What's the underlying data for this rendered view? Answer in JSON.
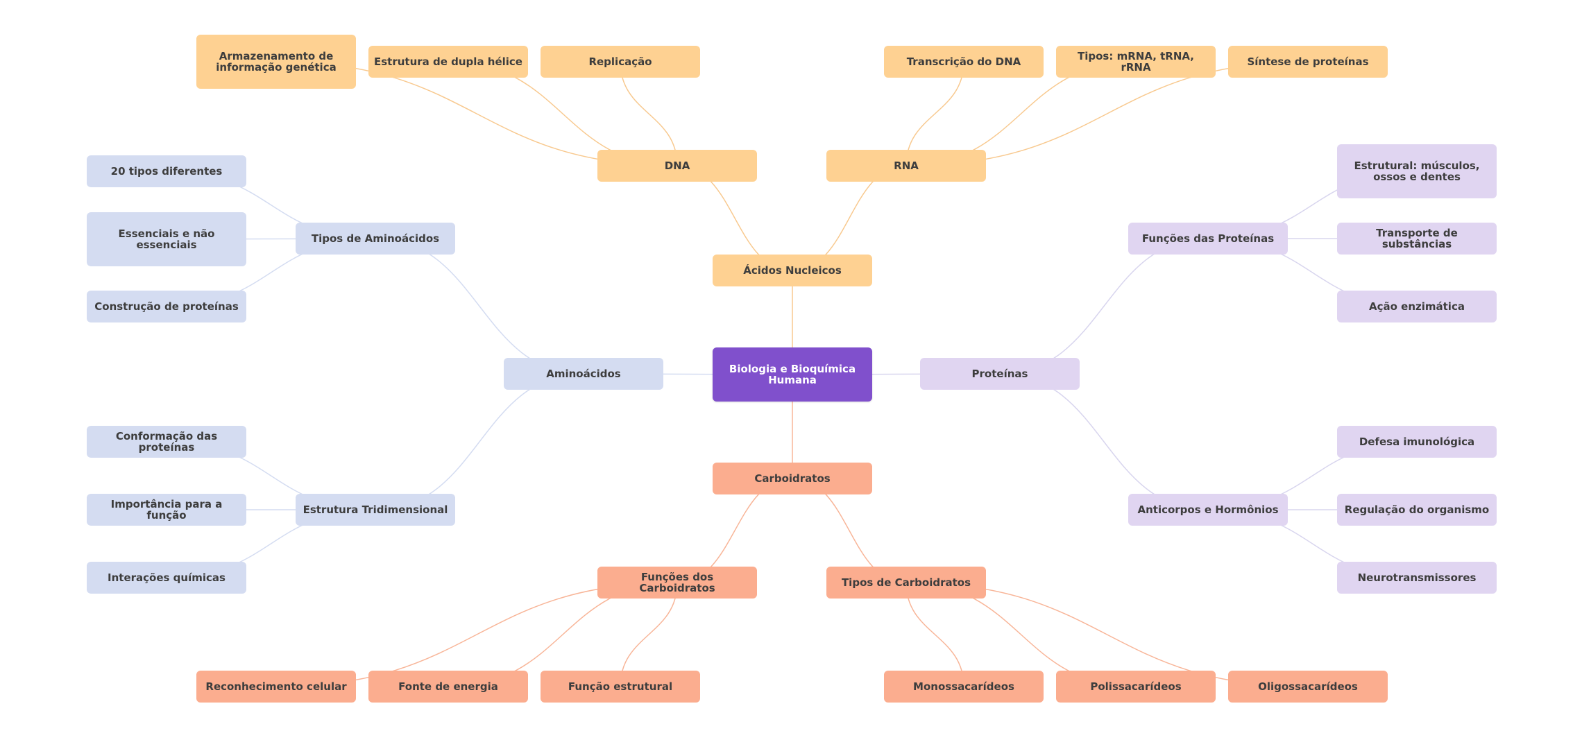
{
  "colors": {
    "root": "#8050cc",
    "root_text": "#ffffff",
    "nucleic": "#fed192",
    "nucleic_edge": "#f8c98f",
    "amino": "#d4dcf1",
    "amino_edge": "#d4dcf1",
    "protein": "#e0d5f1",
    "protein_edge": "#d8d5ee",
    "carb": "#fbad8f",
    "carb_edge": "#f8b598",
    "text": "#3d3d3d"
  },
  "root": {
    "id": "root",
    "label": "Biologia e Bioquímica Humana"
  },
  "branches": [
    {
      "id": "acidos",
      "label": "Ácidos Nucleicos",
      "group": "nucleic"
    },
    {
      "id": "dna",
      "label": "DNA",
      "group": "nucleic",
      "parent": "acidos"
    },
    {
      "id": "rna",
      "label": "RNA",
      "group": "nucleic",
      "parent": "acidos"
    },
    {
      "id": "armaz",
      "label": "Armazenamento de informação genética",
      "group": "nucleic",
      "parent": "dna"
    },
    {
      "id": "dupla",
      "label": "Estrutura de dupla hélice",
      "group": "nucleic",
      "parent": "dna"
    },
    {
      "id": "replic",
      "label": "Replicação",
      "group": "nucleic",
      "parent": "dna"
    },
    {
      "id": "transc",
      "label": "Transcrição do DNA",
      "group": "nucleic",
      "parent": "rna"
    },
    {
      "id": "tipos_rna",
      "label": "Tipos: mRNA, tRNA, rRNA",
      "group": "nucleic",
      "parent": "rna"
    },
    {
      "id": "sintese",
      "label": "Síntese de proteínas",
      "group": "nucleic",
      "parent": "rna"
    },
    {
      "id": "amino",
      "label": "Aminoácidos",
      "group": "amino"
    },
    {
      "id": "tipos_amino",
      "label": "Tipos de Aminoácidos",
      "group": "amino",
      "parent": "amino"
    },
    {
      "id": "estrut3d",
      "label": "Estrutura Tridimensional",
      "group": "amino",
      "parent": "amino"
    },
    {
      "id": "vinte",
      "label": "20 tipos diferentes",
      "group": "amino",
      "parent": "tipos_amino"
    },
    {
      "id": "essenc",
      "label": "Essenciais e não essenciais",
      "group": "amino",
      "parent": "tipos_amino"
    },
    {
      "id": "constr",
      "label": "Construção de proteínas",
      "group": "amino",
      "parent": "tipos_amino"
    },
    {
      "id": "conform",
      "label": "Conformação das proteínas",
      "group": "amino",
      "parent": "estrut3d"
    },
    {
      "id": "import",
      "label": "Importância para a função",
      "group": "amino",
      "parent": "estrut3d"
    },
    {
      "id": "interac",
      "label": "Interações químicas",
      "group": "amino",
      "parent": "estrut3d"
    },
    {
      "id": "prot",
      "label": "Proteínas",
      "group": "protein"
    },
    {
      "id": "func_prot",
      "label": "Funções das Proteínas",
      "group": "protein",
      "parent": "prot"
    },
    {
      "id": "antic",
      "label": "Anticorpos e Hormônios",
      "group": "protein",
      "parent": "prot"
    },
    {
      "id": "estrutural",
      "label": "Estrutural: músculos, ossos e dentes",
      "group": "protein",
      "parent": "func_prot"
    },
    {
      "id": "transp",
      "label": "Transporte de substâncias",
      "group": "protein",
      "parent": "func_prot"
    },
    {
      "id": "acao",
      "label": "Ação enzimática",
      "group": "protein",
      "parent": "func_prot"
    },
    {
      "id": "defesa",
      "label": "Defesa imunológica",
      "group": "protein",
      "parent": "antic"
    },
    {
      "id": "regul",
      "label": "Regulação do organismo",
      "group": "protein",
      "parent": "antic"
    },
    {
      "id": "neuro",
      "label": "Neurotransmissores",
      "group": "protein",
      "parent": "antic"
    },
    {
      "id": "carb",
      "label": "Carboidratos",
      "group": "carb"
    },
    {
      "id": "func_carb",
      "label": "Funções dos Carboidratos",
      "group": "carb",
      "parent": "carb"
    },
    {
      "id": "tipos_carb",
      "label": "Tipos de Carboidratos",
      "group": "carb",
      "parent": "carb"
    },
    {
      "id": "reconh",
      "label": "Reconhecimento celular",
      "group": "carb",
      "parent": "func_carb"
    },
    {
      "id": "fonte",
      "label": "Fonte de energia",
      "group": "carb",
      "parent": "func_carb"
    },
    {
      "id": "funcao_est",
      "label": "Função estrutural",
      "group": "carb",
      "parent": "func_carb"
    },
    {
      "id": "mono",
      "label": "Monossacarídeos",
      "group": "carb",
      "parent": "tipos_carb"
    },
    {
      "id": "poli",
      "label": "Polissacarídeos",
      "group": "carb",
      "parent": "tipos_carb"
    },
    {
      "id": "oligo",
      "label": "Oligossacarídeos",
      "group": "carb",
      "parent": "tipos_carb"
    }
  ]
}
